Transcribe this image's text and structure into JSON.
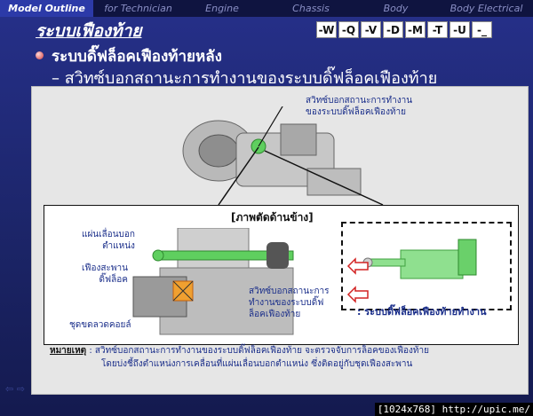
{
  "tabs": [
    {
      "label": "Model Outline",
      "active": true
    },
    {
      "label": "for Technician",
      "active": false
    },
    {
      "label": "Engine",
      "active": false
    },
    {
      "label": "Chassis",
      "active": false
    },
    {
      "label": "Body",
      "active": false
    },
    {
      "label": "Body Electrical",
      "active": false
    }
  ],
  "title": "ระบบเฟืองท้าย",
  "nav_buttons": [
    "-W",
    "-Q",
    "-V",
    "-D",
    "-M",
    "-T",
    "-U",
    "-_"
  ],
  "bullet": "ระบบดิ๊ฟล็อคเฟืองท้ายหลัง",
  "sub": "– สวิทซ์บอกสถานะการทำงานของระบบดิ๊ฟล็อคเฟืองท้าย",
  "callout_top": [
    "สวิทซ์บอกสถานะการทำงาน",
    "ของระบบดิ๊ฟล็อคเฟืองท้าย"
  ],
  "side_view": "[ภาพตัดด้านข้าง]",
  "labels": {
    "shift_plate": [
      "แผ่นเลื่อนบอก",
      "ตำแหน่ง"
    ],
    "diff_gear": [
      "เฟืองสะพาน",
      "ดิ๊ฟล็อค"
    ],
    "coil": "ชุดขดลวดคอยล์",
    "switch": [
      "สวิทซ์บอกสถานะการ",
      "ทำงานของระบบดิ๊ฟ",
      "ล็อคเฟืองท้าย"
    ]
  },
  "dash_label": ": ระบบดิ๊ฟล็อคเฟืองท้ายทำงาน",
  "note_label": "หมายเหตุ",
  "note_lines": [
    ": สวิทซ์บอกสถานะการทำงานของระบบดิ๊ฟล็อคเฟืองท้าย จะตรวจจับการล็อคของเฟืองท้าย",
    "โดยบ่งชี้ถึงตำแหน่งการเคลื่อนที่แผ่นเลื่อนบอกตำแหน่ง ซึ่งติดอยู่กับชุดเฟืองสะพาน"
  ],
  "watermark": "[1024x768] http://upic.me/",
  "colors": {
    "accent": "#2c3aa8",
    "switch_green": "#5fcf5f",
    "arrow_red": "#d22222"
  }
}
